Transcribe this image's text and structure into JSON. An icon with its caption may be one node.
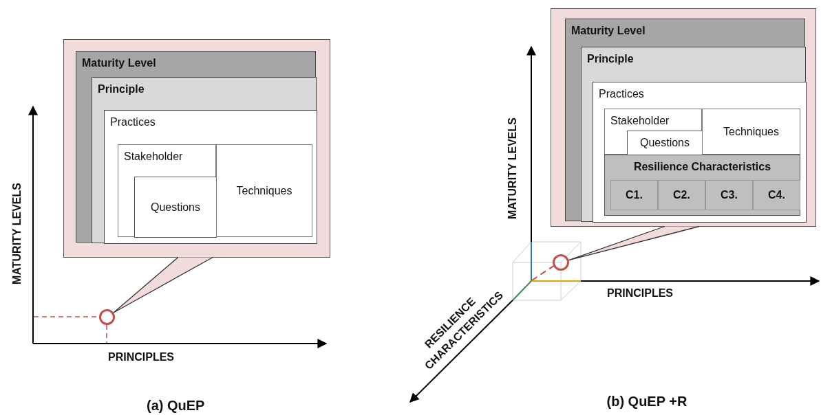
{
  "diagram": {
    "nodes": [
      {
        "text": [],
        "shape": "callout"
      },
      {
        "text": [
          "Maturity Level"
        ],
        "in": 0
      },
      {
        "text": [
          "Principle"
        ],
        "in": 1
      },
      {
        "text": [
          "Practices"
        ],
        "in": 2
      },
      {
        "text": [
          "Stakeholder"
        ],
        "in": 3
      },
      {
        "text": [
          "Questions"
        ],
        "in": 4
      },
      {
        "text": [
          "Techniques"
        ],
        "in": 3
      },
      {
        "text": [],
        "shape": "circle"
      },
      {
        "text": [],
        "shape": "callout"
      },
      {
        "text": [
          "Maturity Level"
        ],
        "in": 8
      },
      {
        "text": [
          "Principle"
        ],
        "in": 9
      },
      {
        "text": [
          "Practices"
        ],
        "in": 10
      },
      {
        "text": [
          "Stakeholder"
        ],
        "in": 11
      },
      {
        "text": [
          "Questions"
        ],
        "in": 12
      },
      {
        "text": [
          "Techniques"
        ],
        "in": 11
      },
      {
        "text": [
          "Resilience Characteristics"
        ],
        "in": 11
      },
      {
        "text": [
          "C1."
        ],
        "in": 15
      },
      {
        "text": [
          "C2."
        ],
        "in": 15
      },
      {
        "text": [
          "C3."
        ],
        "in": 15
      },
      {
        "text": [
          "C4."
        ],
        "in": 15
      },
      {
        "text": [],
        "shape": "circle"
      }
    ],
    "edges": [
      {
        "from": 0,
        "to": 7,
        "arrow": "none"
      },
      {
        "from": 8,
        "to": 20,
        "arrow": "none"
      }
    ],
    "labels": [
      "MATURITY LEVELS",
      "PRINCIPLES",
      "(a) QuEP",
      "MATURITY LEVELS",
      "PRINCIPLES",
      "RESILIENCE CHARACTERISTICS",
      "(b) QuEP +R"
    ]
  }
}
